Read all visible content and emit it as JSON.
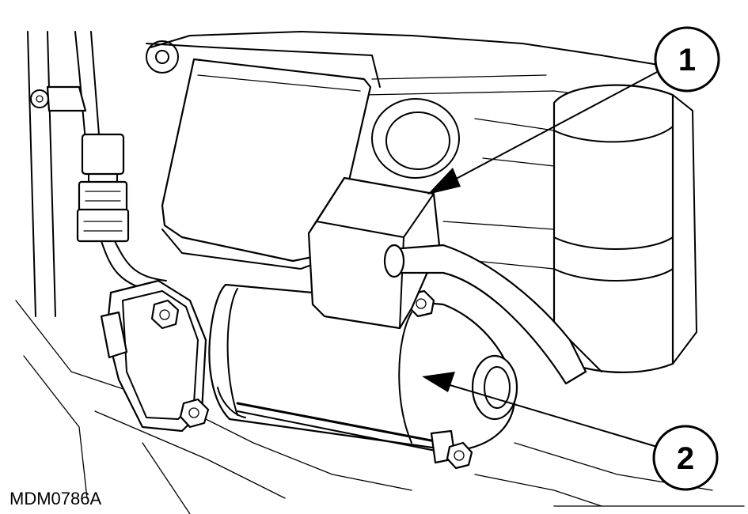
{
  "figure": {
    "reference_code": "MDM0786A",
    "callouts": [
      {
        "number": "1"
      },
      {
        "number": "2"
      }
    ]
  }
}
